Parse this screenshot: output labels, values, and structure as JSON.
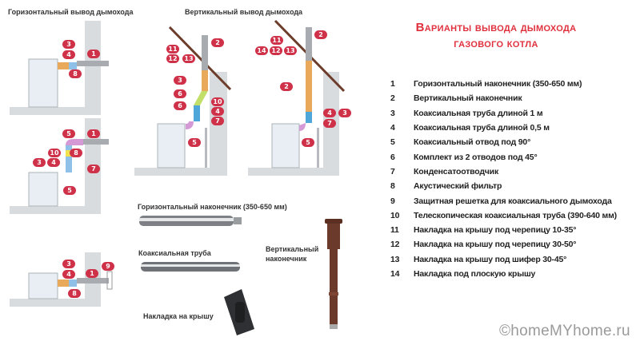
{
  "title_line1": "Варианты вывода дымохода",
  "title_line2": "газового котла",
  "captions": {
    "horizontal": "Горизонтальный вывод дымохода",
    "vertical": "Вертикальный вывод дымохода",
    "horizontal_tip": "Горизонтальный наконечник (350-650 мм)",
    "coaxial_pipe": "Коаксиальная труба",
    "vertical_tip_1": "Вертикальный",
    "vertical_tip_2": "наконечник",
    "roof_flashing": "Накладка на крышу"
  },
  "diagrams": {
    "a": [
      "3",
      "4",
      "1",
      "8"
    ],
    "b": [
      "5",
      "1",
      "10",
      "8",
      "3",
      "4",
      "7",
      "5"
    ],
    "c": [
      "3",
      "4",
      "1",
      "9",
      "8"
    ],
    "d": [
      "2",
      "11",
      "12",
      "13",
      "3",
      "6",
      "10",
      "6",
      "4",
      "7",
      "5"
    ],
    "e": [
      "2",
      "11",
      "14",
      "12",
      "13",
      "2",
      "4",
      "3",
      "7",
      "5"
    ]
  },
  "legend": [
    {
      "num": "1",
      "text": "Горизонтальный наконечник (350-650 мм)"
    },
    {
      "num": "2",
      "text": "Вертикальный наконечник"
    },
    {
      "num": "3",
      "text": "Коаксиальная труба длиной 1 м"
    },
    {
      "num": "4",
      "text": "Коаксиальная труба длиной 0,5 м"
    },
    {
      "num": "5",
      "text": "Коаксиальный отвод под 90°"
    },
    {
      "num": "6",
      "text": "Комплект из 2 отводов под 45°"
    },
    {
      "num": "7",
      "text": "Конденсатоотводчик"
    },
    {
      "num": "8",
      "text": "Акустический фильтр"
    },
    {
      "num": "9",
      "text": "Защитная решетка для коаксиального дымохода"
    },
    {
      "num": "10",
      "text": "Телескопическая коаксиальная труба (390-640 мм)"
    },
    {
      "num": "11",
      "text": "Накладка на крышу под черепицу 10-35°"
    },
    {
      "num": "12",
      "text": "Накладка на крышу под черепицу 30-50°"
    },
    {
      "num": "13",
      "text": "Накладка на крышу под шифер 30-45°"
    },
    {
      "num": "14",
      "text": "Накладка под плоскую крышу"
    }
  ],
  "watermark": "©homeMYhome.ru",
  "colors": {
    "accent": "#cf3149",
    "title": "#e0303e"
  }
}
